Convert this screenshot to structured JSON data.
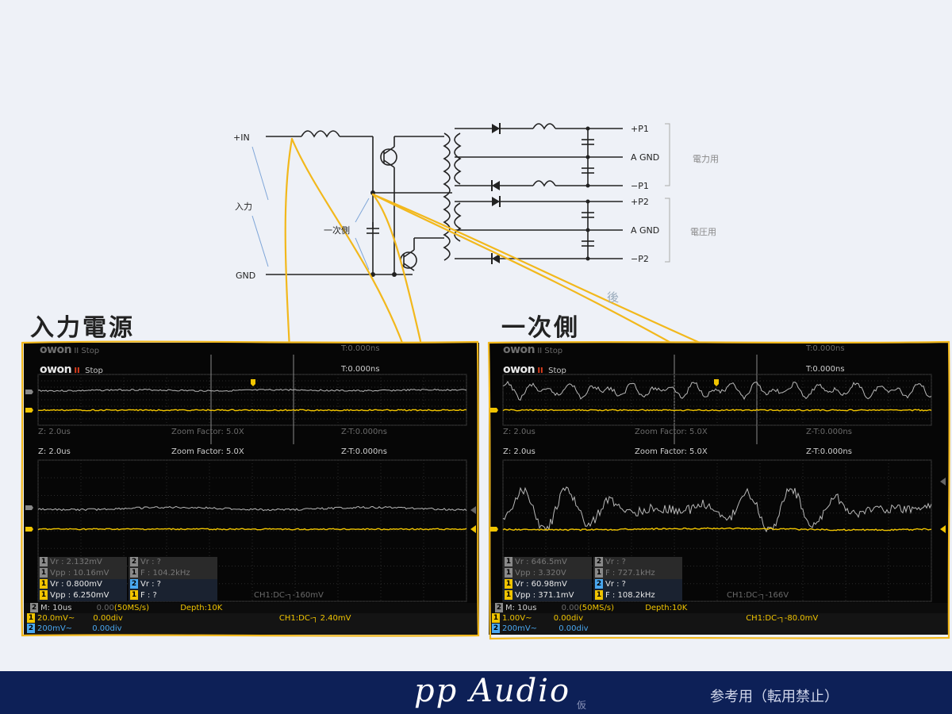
{
  "schematic": {
    "in_plus": "+IN",
    "in_label": "入力",
    "gnd": "GND",
    "primary_label": "一次側",
    "outputs": [
      "+P1",
      "A GND",
      "−P1",
      "+P2",
      "A GND",
      "−P2"
    ],
    "group1": "電力用",
    "group2": "電圧用",
    "after": "後"
  },
  "panels": [
    {
      "title": "入力電源",
      "scope": {
        "brand": "owon",
        "run": "II",
        "state": "Stop",
        "trigger_time": "T:0.000ns",
        "zoom_line": {
          "left": "Z: 2.0us",
          "mid": "Zoom Factor: 5.0X",
          "right": "Z-T:0.000ns"
        },
        "meas_back": [
          {
            "ch": "1",
            "color": "g",
            "text": "Vr : 2.132mV"
          },
          {
            "ch": "2",
            "color": "g",
            "text": "Vr :    ?"
          },
          {
            "ch": "1",
            "color": "g",
            "text": "Vpp : 10.16mV"
          },
          {
            "ch": "1",
            "color": "g",
            "text": "F : 104.2kHz"
          }
        ],
        "meas": [
          {
            "ch": "1",
            "color": "y",
            "text": "Vr : 0.800mV"
          },
          {
            "ch": "2",
            "color": "b",
            "text": "Vr :    ?"
          },
          {
            "ch": "1",
            "color": "y",
            "text": "Vpp : 6.250mV"
          },
          {
            "ch": "1",
            "color": "y",
            "text": "F :    ?"
          }
        ],
        "ghost_trigger": "CH1:DC-┐-160mV",
        "status_m": "M: 10us",
        "status_delay": "0.00",
        "status_rate": "(50MS/s)",
        "status_depth": "Depth:10K",
        "ch1_scale": "20.0mV~",
        "ch1_offset": "0.00div",
        "ch2_scale": "200mV~",
        "ch2_offset": "0.00div",
        "trigger": "CH1:DC-┐ 2.40mV"
      }
    },
    {
      "title": "一次側",
      "scope": {
        "brand": "owon",
        "run": "II",
        "state": "Stop",
        "trigger_time": "T:0.000ns",
        "zoom_line": {
          "left": "Z: 2.0us",
          "mid": "Zoom Factor: 5.0X",
          "right": "Z-T:0.000ns"
        },
        "meas_back": [
          {
            "ch": "1",
            "color": "g",
            "text": "Vr : 646.5mV"
          },
          {
            "ch": "2",
            "color": "g",
            "text": "Vr :    ?"
          },
          {
            "ch": "1",
            "color": "g",
            "text": "Vpp : 3.320V"
          },
          {
            "ch": "1",
            "color": "g",
            "text": "F : 727.1kHz"
          }
        ],
        "meas": [
          {
            "ch": "1",
            "color": "y",
            "text": "Vr : 60.98mV"
          },
          {
            "ch": "2",
            "color": "b",
            "text": "Vr :    ?"
          },
          {
            "ch": "1",
            "color": "y",
            "text": "Vpp : 371.1mV"
          },
          {
            "ch": "1",
            "color": "y",
            "text": "F : 108.2kHz"
          }
        ],
        "ghost_trigger": "CH1:DC-┐-166V",
        "status_m": "M: 10us",
        "status_delay": "0.00",
        "status_rate": "(50MS/s)",
        "status_depth": "Depth:10K",
        "ch1_scale": "1.00V~",
        "ch1_offset": "0.00div",
        "ch2_scale": "200mV~",
        "ch2_offset": "0.00div",
        "trigger": "CH1:DC-┐-80.0mV"
      }
    }
  ],
  "footer": {
    "brand": "pp Audio",
    "tentative": "仮",
    "note": "参考用（転用禁止）"
  }
}
